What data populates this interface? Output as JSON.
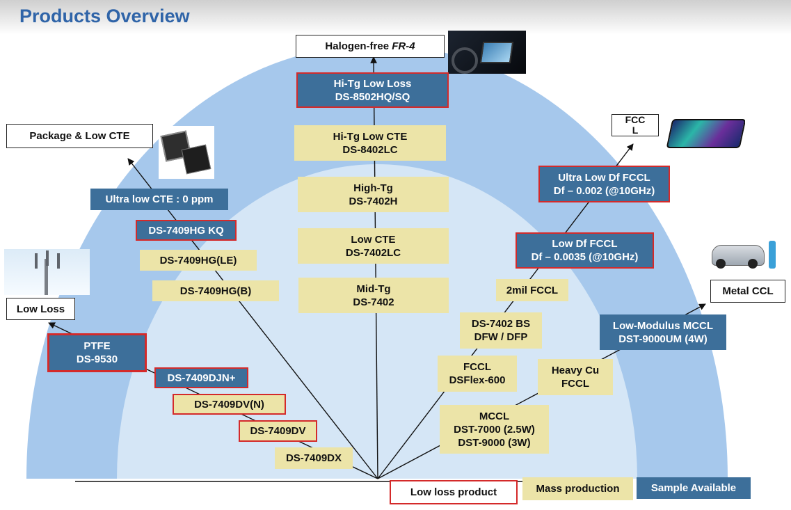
{
  "header": {
    "title": "Products Overview"
  },
  "categories": {
    "halogen": {
      "text": "Halogen-free ",
      "emph": "FR-4"
    },
    "package": "Package & Low CTE",
    "fccl": "FCC\nL",
    "lowloss": "Low Loss",
    "metal": "Metal CCL"
  },
  "products": {
    "hitg_lowloss": "Hi-Tg Low Loss\nDS-8502HQ/SQ",
    "hitg_lowcte": "Hi-Tg  Low CTE\nDS-8402LC",
    "hightg": "High-Tg\nDS-7402H",
    "lowcte": "Low CTE\nDS-7402LC",
    "midtg": "Mid-Tg\nDS-7402",
    "ultralowcte": "Ultra low CTE : 0 ppm",
    "hgkq": "DS-7409HG KQ",
    "hgle": "DS-7409HG(LE)",
    "hgb": "DS-7409HG(B)",
    "ptfe": "PTFE\nDS-9530",
    "djn": "DS-7409DJN+",
    "dvn": "DS-7409DV(N)",
    "dv": "DS-7409DV",
    "dx": "DS-7409DX",
    "ultralowdf": "Ultra Low Df FCCL\nDf – 0.002 (@10GHz)",
    "lowdf": "Low Df FCCL\nDf – 0.0035 (@10GHz)",
    "twomil": "2mil FCCL",
    "ds7402bs": "DS-7402 BS\nDFW / DFP",
    "fccl_dsflex": "FCCL\nDSFlex-600",
    "heavycu": "Heavy Cu\nFCCL",
    "mccl": "MCCL\nDST-7000 (2.5W)\nDST-9000 (3W)",
    "lowmodulus": "Low-Modulus MCCL\nDST-9000UM (4W)"
  },
  "legend": {
    "lowloss": "Low loss product",
    "mass": "Mass production",
    "sample": "Sample Available"
  },
  "colors": {
    "outer_dome": "#a6c8ec",
    "inner_dome": "#d5e6f6",
    "mass": "#ece4a8",
    "sample": "#3d6f9a",
    "title": "#2f64a8",
    "red_border": "#d42a2a"
  }
}
